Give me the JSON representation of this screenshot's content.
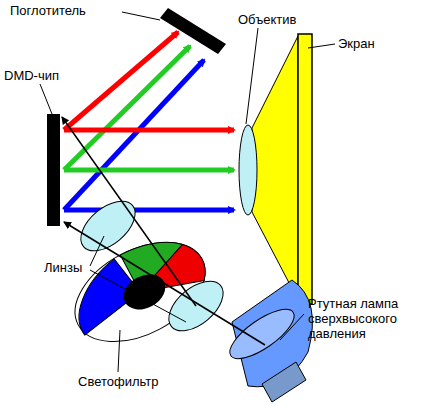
{
  "diagram": {
    "labels": [
      "Поглотитель",
      "Объектив",
      "Экран",
      "DMD-чип",
      "Линзы",
      "Ртутная лампа сверхвысокого давления",
      "Светофильтр"
    ]
  }
}
